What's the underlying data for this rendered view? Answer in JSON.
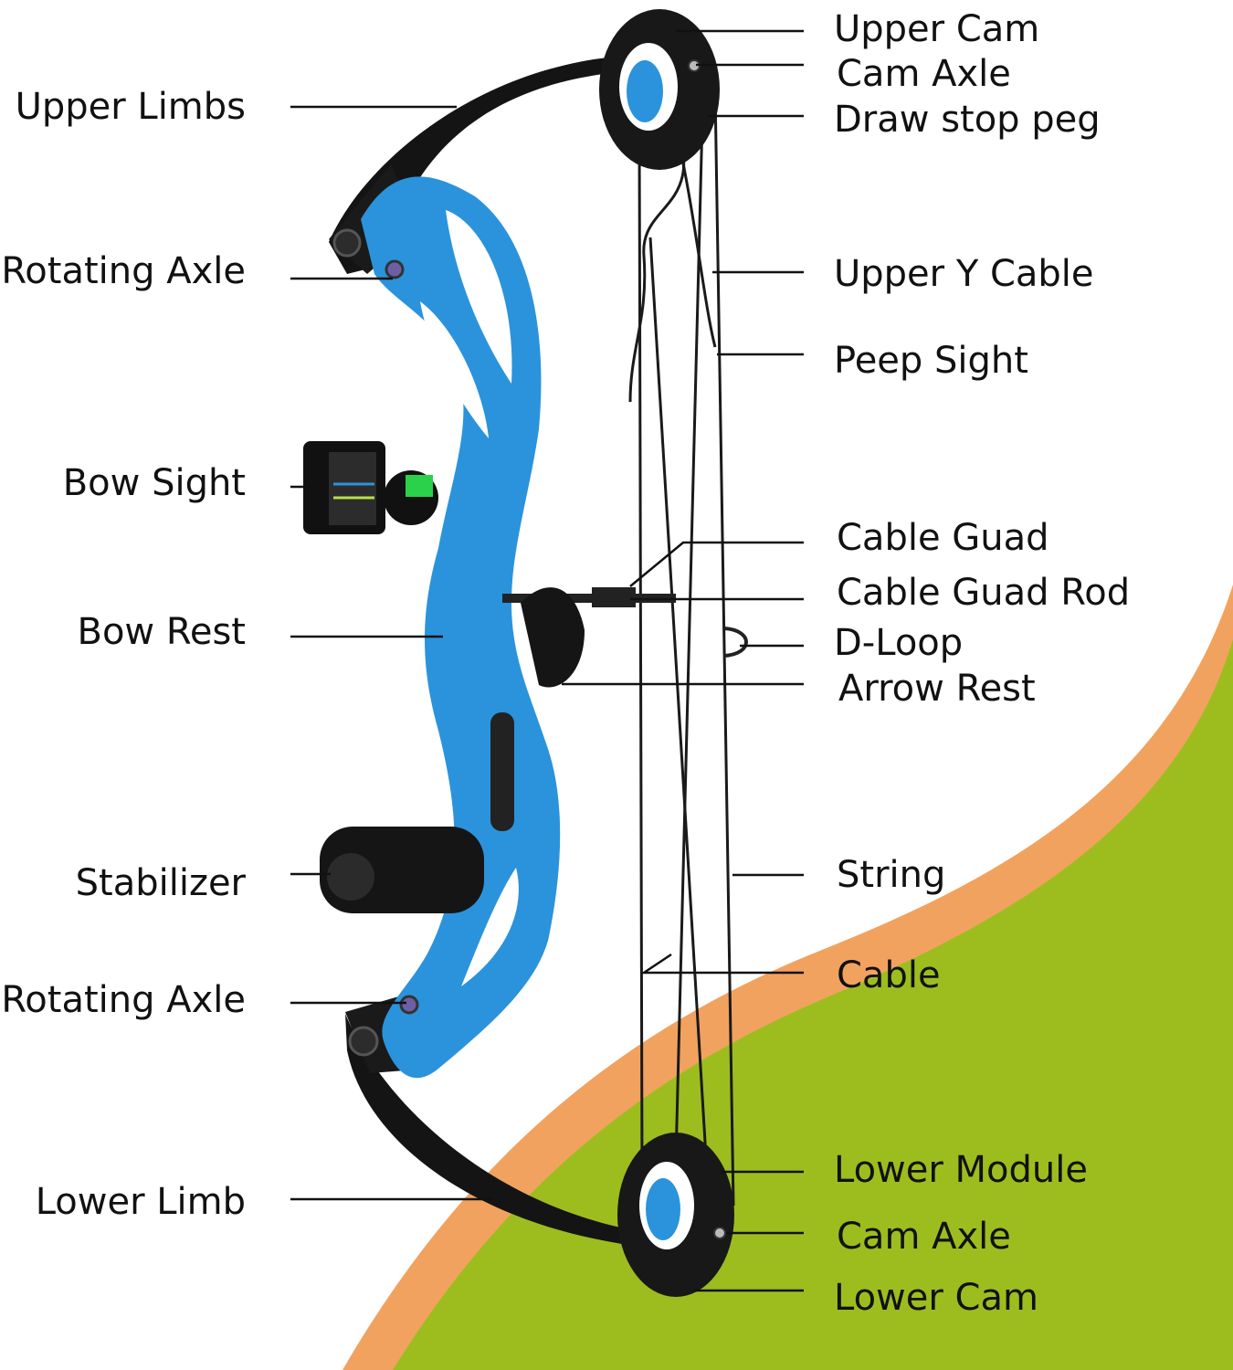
{
  "colors": {
    "background": "#ffffff",
    "riser": "#2a93dc",
    "riser_shadow": "#1d74b3",
    "limb": "#141414",
    "accent_green": "#b8e04a",
    "swoosh_orange": "#f2a25f",
    "swoosh_green": "#9dbd1f",
    "text": "#111111",
    "leader": "#111111"
  },
  "labels_left": [
    {
      "id": "upper-limbs",
      "text": "Upper Limbs"
    },
    {
      "id": "rotating-axle-upper",
      "text": "Rotating Axle"
    },
    {
      "id": "bow-sight",
      "text": "Bow Sight"
    },
    {
      "id": "bow-rest",
      "text": "Bow Rest"
    },
    {
      "id": "stabilizer",
      "text": "Stabilizer"
    },
    {
      "id": "rotating-axle-lower",
      "text": "Rotating Axle"
    },
    {
      "id": "lower-limb",
      "text": "Lower Limb"
    }
  ],
  "labels_right": [
    {
      "id": "upper-cam",
      "text": "Upper Cam"
    },
    {
      "id": "cam-axle-upper",
      "text": "Cam Axle"
    },
    {
      "id": "draw-stop-peg",
      "text": "Draw stop peg"
    },
    {
      "id": "upper-y-cable",
      "text": "Upper Y Cable"
    },
    {
      "id": "peep-sight",
      "text": "Peep Sight"
    },
    {
      "id": "cable-guad",
      "text": "Cable Guad"
    },
    {
      "id": "cable-guad-rod",
      "text": "Cable Guad Rod"
    },
    {
      "id": "d-loop",
      "text": "D-Loop"
    },
    {
      "id": "arrow-rest",
      "text": "Arrow Rest"
    },
    {
      "id": "string",
      "text": "String"
    },
    {
      "id": "cable",
      "text": "Cable"
    },
    {
      "id": "lower-module",
      "text": "Lower Module"
    },
    {
      "id": "cam-axle-lower",
      "text": "Cam Axle"
    },
    {
      "id": "lower-cam",
      "text": "Lower Cam"
    }
  ]
}
